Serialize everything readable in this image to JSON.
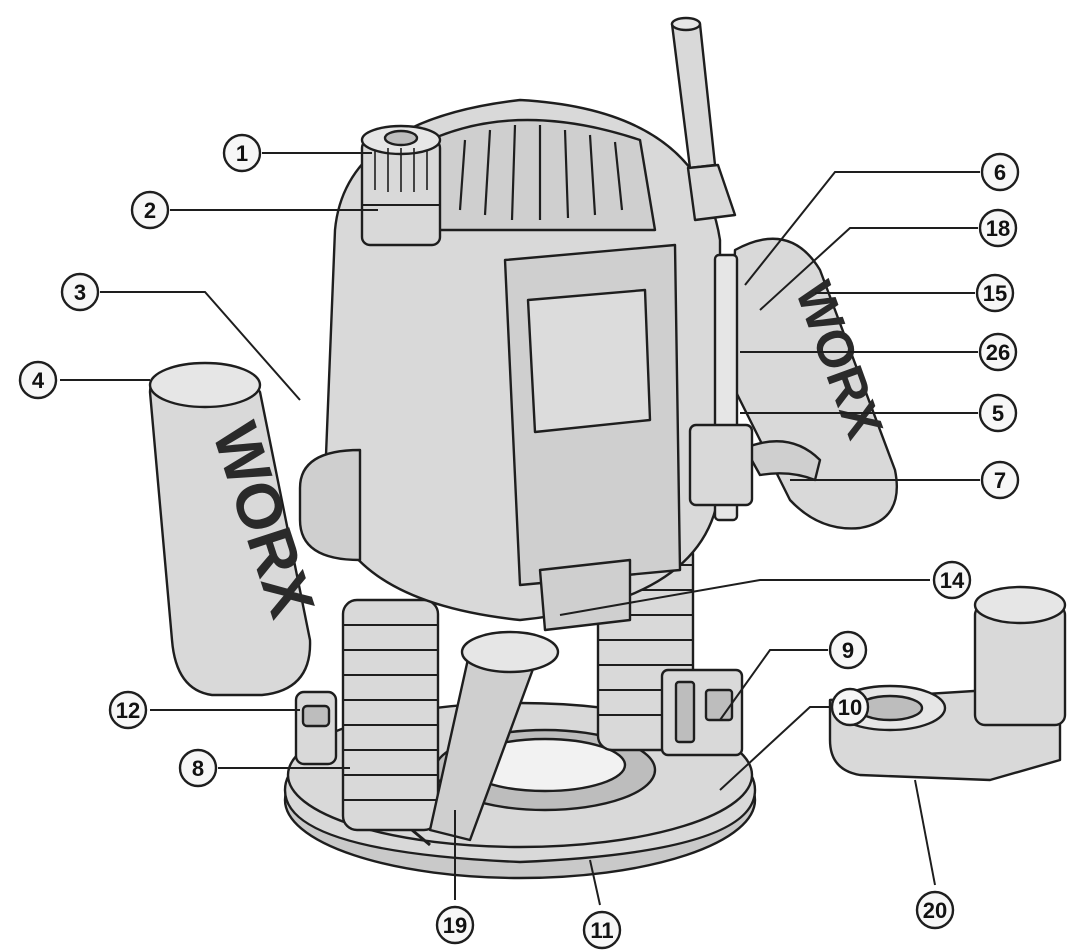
{
  "brand": "WORX",
  "callouts": [
    "1",
    "2",
    "3",
    "4",
    "6",
    "18",
    "15",
    "26",
    "5",
    "7",
    "14",
    "9",
    "10",
    "12",
    "8",
    "19",
    "11",
    "20"
  ],
  "colors": {
    "tool": "#d9d9d9",
    "tool_dark": "#bdbdbd",
    "outline": "#1e1e1e",
    "badge_fill": "#f7f7f7"
  }
}
